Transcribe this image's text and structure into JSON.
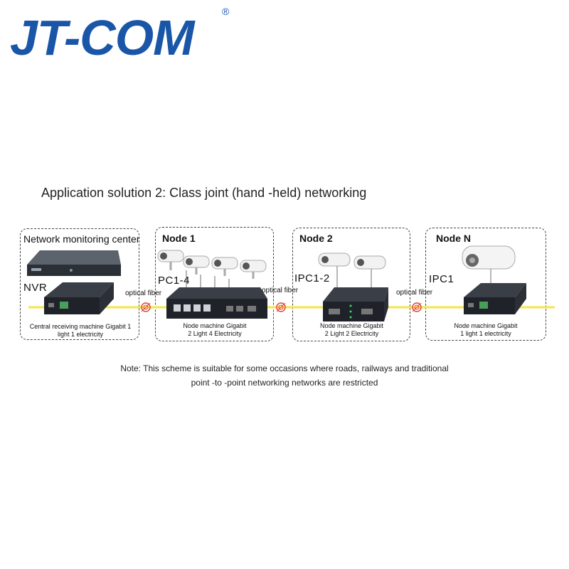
{
  "brand": {
    "logo_text": "JT-COM",
    "registered": "®",
    "color": "#1a56a8"
  },
  "title": "Application solution 2: Class joint (hand -held) networking",
  "nodes": {
    "center": {
      "label": "Network monitoring center",
      "device": "NVR",
      "caption_line1": "Central receiving machine Gigabit 1",
      "caption_line2": "light 1 electricity"
    },
    "node1": {
      "label": "Node 1",
      "cameras": "PC1-4",
      "caption_line1": "Node machine Gigabit",
      "caption_line2": "2 Light 4 Electricity"
    },
    "node2": {
      "label": "Node 2",
      "cameras": "IPC1-2",
      "caption_line1": "Node machine Gigabit",
      "caption_line2": "2 Light 2 Electricity"
    },
    "nodeN": {
      "label": "Node N",
      "cameras": "IPC1",
      "caption_line1": "Node machine Gigabit",
      "caption_line2": "1 light 1 electricity"
    }
  },
  "fiber_label": "optical fiber",
  "note_line1": "Note: This scheme is suitable for some occasions where roads, railways and traditional",
  "note_line2": "point -to -point networking networks are restricted",
  "colors": {
    "fiber": "#f2e64a",
    "device": "#2b2f36",
    "coil": "#e0463c"
  }
}
